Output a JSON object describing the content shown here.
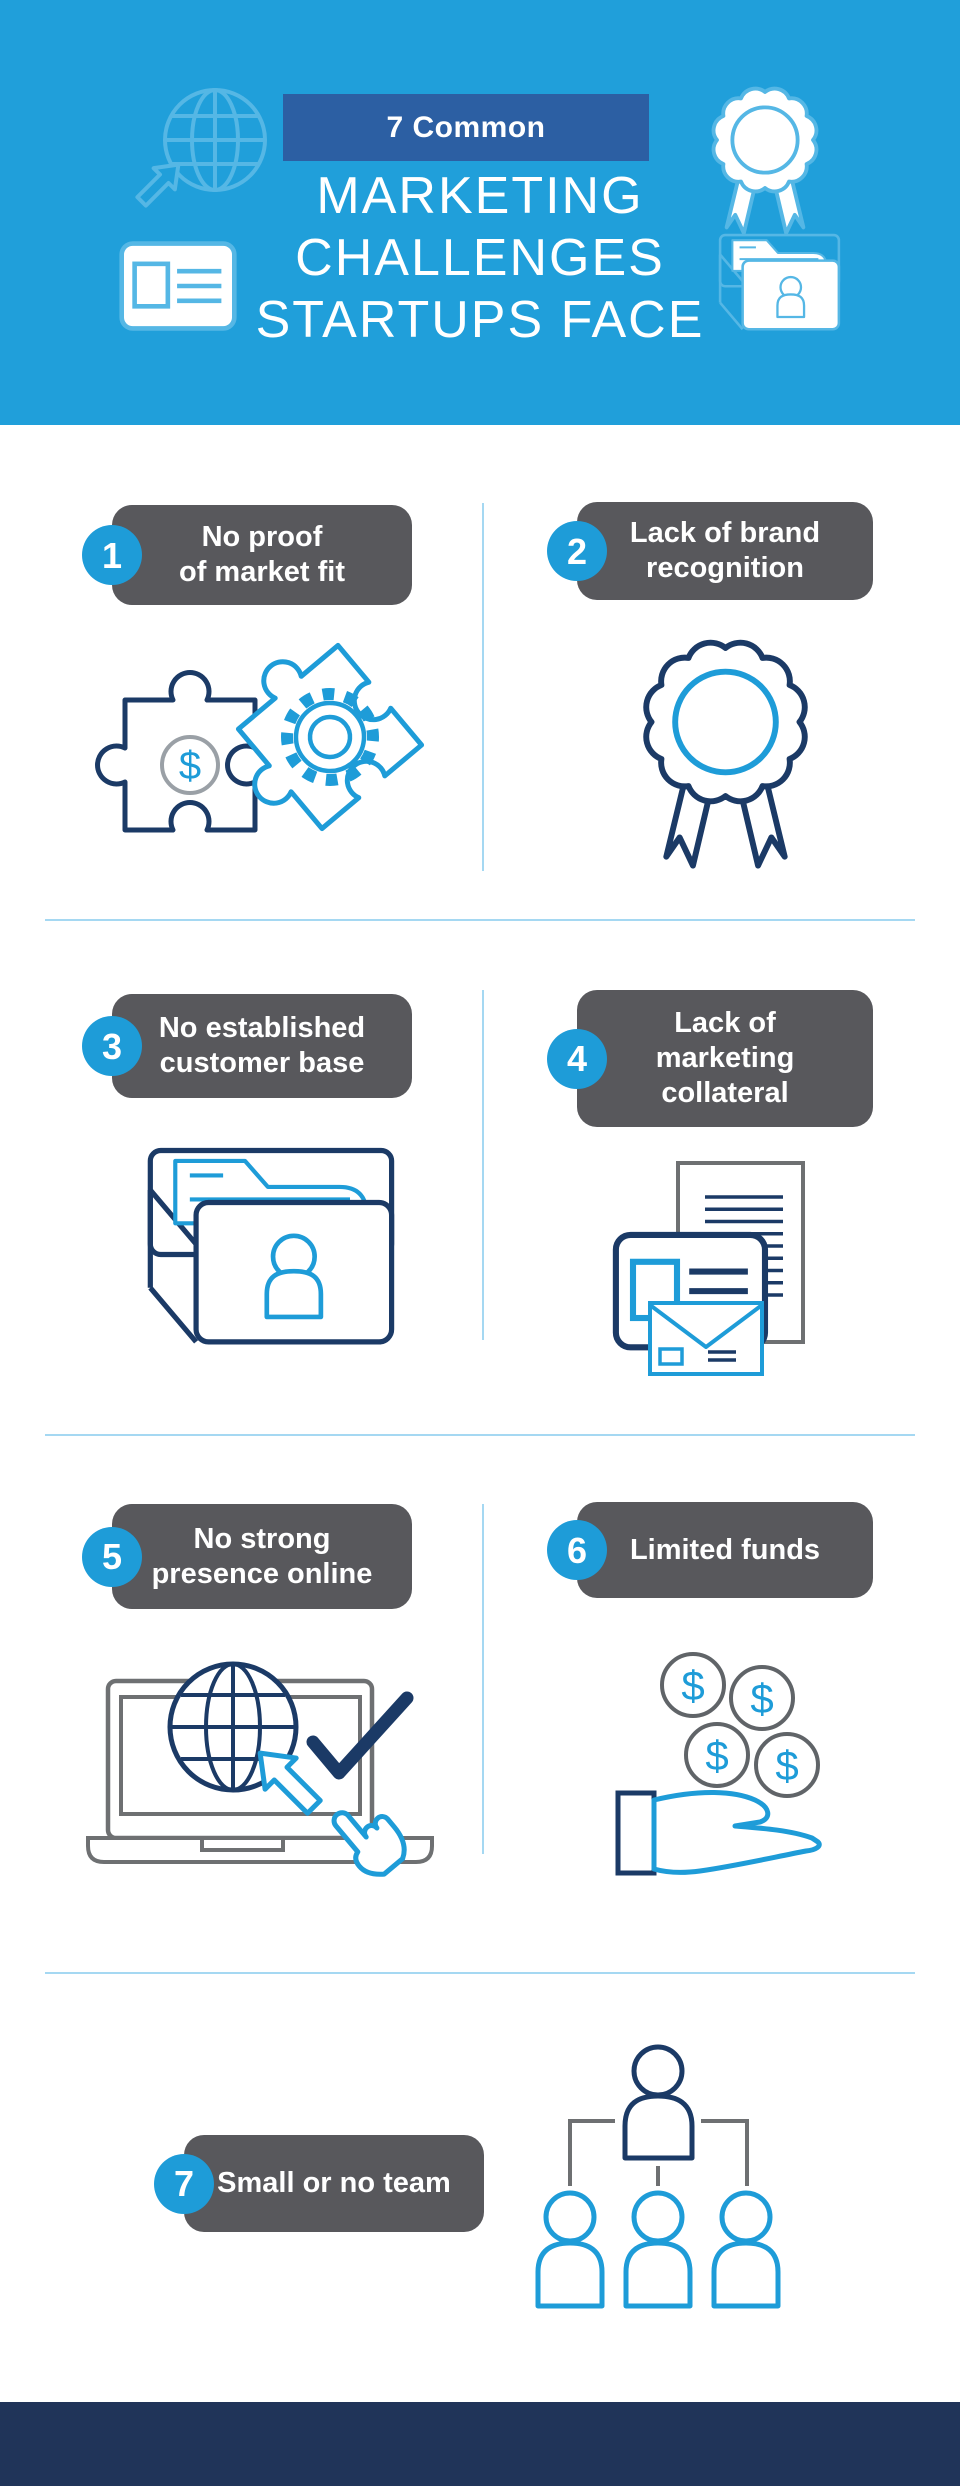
{
  "header": {
    "tag": "7 Common",
    "title_lines": [
      "MARKETING",
      "CHALLENGES",
      "STARTUPS FACE"
    ],
    "decorative_icons": [
      "globe-pointer-icon",
      "award-ribbon-icon",
      "id-card-icon",
      "customer-folder-icon"
    ]
  },
  "items": [
    {
      "number": "1",
      "label": "No proof\nof market fit",
      "icon": "puzzle-dollar-gear-icon"
    },
    {
      "number": "2",
      "label": "Lack of brand\nrecognition",
      "icon": "award-ribbon-icon"
    },
    {
      "number": "3",
      "label": "No established\ncustomer base",
      "icon": "customer-folder-icon"
    },
    {
      "number": "4",
      "label": "Lack of\nmarketing\ncollateral",
      "icon": "marketing-documents-icon"
    },
    {
      "number": "5",
      "label": "No strong\npresence online",
      "icon": "laptop-online-check-icon"
    },
    {
      "number": "6",
      "label": "Limited funds",
      "icon": "hand-coins-icon"
    },
    {
      "number": "7",
      "label": "Small or no team",
      "icon": "team-org-chart-icon"
    }
  ],
  "currency_symbol": "$",
  "colors": {
    "header_background": "#209FDA",
    "tag_background": "#2C5FA3",
    "header_icon_stroke": "#55B7E5",
    "pill_background": "#58585C",
    "number_badge_blue": "#1E9CD8",
    "icon_navy": "#1B3A66",
    "icon_blue": "#1E9CD8",
    "icon_gray": "#6E7072",
    "divider_blue": "#A5D8F2",
    "footer_background": "#203459"
  }
}
